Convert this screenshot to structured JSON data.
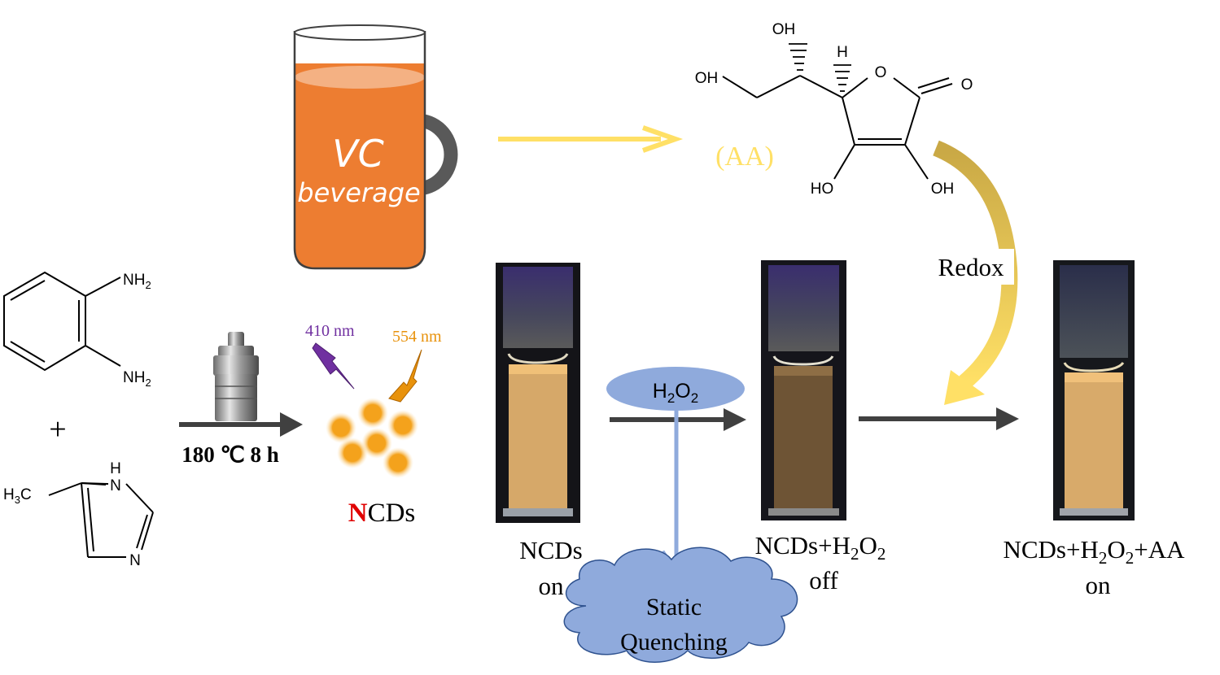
{
  "mug": {
    "line1": "VC",
    "line2": "beverage",
    "liquid_color": "#ed7d31",
    "foam_color": "#f4b183"
  },
  "aa_label": "(AA)",
  "aa_molecule": {
    "oh_top": "OH",
    "h_top": "H",
    "oh_left": "OH",
    "ring_o": "O",
    "carbonyl_o": "O",
    "ho_bottom": "HO",
    "oh_bottom": "OH"
  },
  "redox_label": "Redox",
  "reactants": {
    "nh2_top": "NH",
    "nh2_top_sub": "2",
    "nh2_bottom": "NH",
    "nh2_bottom_sub": "2",
    "plus": "+",
    "imidazole_nh": "H",
    "imidazole_n_top": "N",
    "imidazole_n": "N",
    "h3c": "H",
    "h3c_sub": "3",
    "h3c_c": "C"
  },
  "synthesis_condition": "180 ℃ 8 h",
  "excitation": "410 nm",
  "emission": "554 nm",
  "ncds_label": {
    "highlight": "N",
    "rest": "CDs",
    "highlight_color": "#e00000"
  },
  "h2o2_bubble": {
    "main": "H",
    "sub1": "2",
    "o": "O",
    "sub2": "2"
  },
  "quenching": {
    "line1": "Static",
    "line2": "Quenching"
  },
  "cuvettes": [
    {
      "name_main": "NCDs",
      "name_rest": [],
      "state": "on"
    },
    {
      "name_main": "NCDs+H",
      "name_rest": [
        {
          "sub": "2",
          "txt": "O"
        },
        {
          "sub": "2",
          "txt": ""
        }
      ],
      "state": "off"
    },
    {
      "name_main": "NCDs+H",
      "name_rest": [
        {
          "sub": "2",
          "txt": "O"
        },
        {
          "sub": "2",
          "txt": "+AA"
        }
      ],
      "state": "on"
    }
  ],
  "colors": {
    "arrow_dark": "#404040",
    "arrow_yellow": "#ffe066",
    "redox_gradient_start": "#c9a845",
    "redox_gradient_end": "#ffe066",
    "quench_arrow": "#8faadc",
    "bubble": "#8faadc",
    "cloud": "#8faadc",
    "excitation": "#7030a0",
    "emission": "#e8920c",
    "aa_text": "#ffe066",
    "dots": "#f4a21c"
  }
}
